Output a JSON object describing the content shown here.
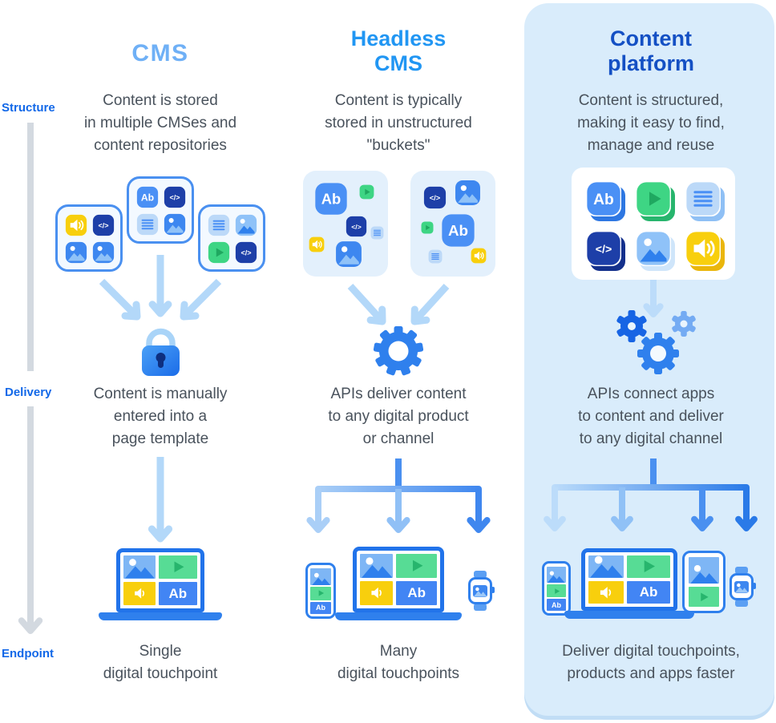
{
  "rail": {
    "structure_label": "Structure",
    "delivery_label": "Delivery",
    "endpoint_label": "Endpoint"
  },
  "columns": [
    {
      "id": "cms",
      "title": "CMS",
      "structure_text": "Content is stored\nin multiple CMSes and\ncontent repositories",
      "delivery_text": "Content is manually\nentered into a\npage template",
      "endpoint_text": "Single\ndigital touchpoint",
      "middle_icon": "lock-icon",
      "box_icons": [
        [
          "audio",
          "code",
          "image",
          "image"
        ],
        [
          "text",
          "code",
          "doc",
          "image"
        ],
        [
          "doc",
          "image_light",
          "play",
          "code"
        ]
      ],
      "devices": [
        "laptop"
      ]
    },
    {
      "id": "headless",
      "title": "Headless\nCMS",
      "structure_text": "Content is typically\nstored in unstructured\n\"buckets\"",
      "delivery_text": "APIs deliver content\nto any digital product\nor channel",
      "endpoint_text": "Many\ndigital touchpoints",
      "middle_icon": "gear-icon",
      "bucket_icons": [
        [
          "text",
          "play",
          "code",
          "doc",
          "audio",
          "image"
        ],
        [
          "code",
          "image",
          "play",
          "text",
          "doc",
          "audio"
        ]
      ],
      "devices": [
        "phone",
        "laptop",
        "watch"
      ]
    },
    {
      "id": "platform",
      "title": "Content\nplatform",
      "structure_text": "Content is structured,\nmaking it easy to find,\nmanage and reuse",
      "delivery_text": "APIs connect apps\nto content and deliver\nto any digital channel",
      "endpoint_text": "Deliver digital touchpoints,\nproducts and apps faster",
      "middle_icon": "gears-icon",
      "grid_icons": [
        "text",
        "play",
        "doc",
        "code",
        "image_light",
        "audio"
      ],
      "devices": [
        "phone",
        "laptop",
        "tablet",
        "watch"
      ]
    }
  ],
  "icon_defs": {
    "text": {
      "label": "Ab",
      "bg": "#4a90f5",
      "fg": "#ffffff",
      "shadow": "#2e77e2",
      "name": "text-content-icon"
    },
    "code": {
      "label": "</>",
      "bg": "#1d3fa8",
      "fg": "#ffffff",
      "shadow": "#14308c",
      "name": "code-icon"
    },
    "doc": {
      "bg": "#bcd9f8",
      "fg": "#4a90f5",
      "shadow": "#8fc0f5",
      "name": "document-icon"
    },
    "image": {
      "bg": "#3d87f0",
      "fg": "#8fc2f8",
      "shadow": "#bcdcf6",
      "name": "image-icon"
    },
    "image_light": {
      "bg": "#8fc2f8",
      "fg": "#2f80ed",
      "shadow": "#cfe5fa",
      "name": "image-icon"
    },
    "play": {
      "bg": "#3ed584",
      "fg": "#1fa860",
      "shadow": "#27b56d",
      "name": "video-icon"
    },
    "audio": {
      "bg": "#f8cf0d",
      "fg": "#ffffff",
      "shadow": "#eab60b",
      "name": "audio-icon"
    }
  },
  "colors": {
    "panel_bg": "#d9ecfb",
    "title_cms": "#6fb0f6",
    "title_headless": "#2196f3",
    "title_platform": "#1450c4",
    "rail_label": "#1268e8",
    "rail_gray": "#d3d9e0",
    "body_text": "#49525c",
    "arrow_light": "#b3d8f9",
    "arrow_mid": "#4a90f0",
    "arrow_dark": "#2a7ae8",
    "gear_blue": "#2f80ed",
    "gear_dark": "#1764e4",
    "gear_light": "#74abf3",
    "lock_body": "#2b7df0",
    "lock_shackle": "#a9d4f8",
    "device_frame": "#2f80ed",
    "headless_branch": [
      "#aacff7",
      "#90c0f6",
      "#3f87ef"
    ],
    "platform_branch": [
      "#bcdcfa",
      "#90c1f6",
      "#4a90f0",
      "#2a7ae8"
    ]
  }
}
